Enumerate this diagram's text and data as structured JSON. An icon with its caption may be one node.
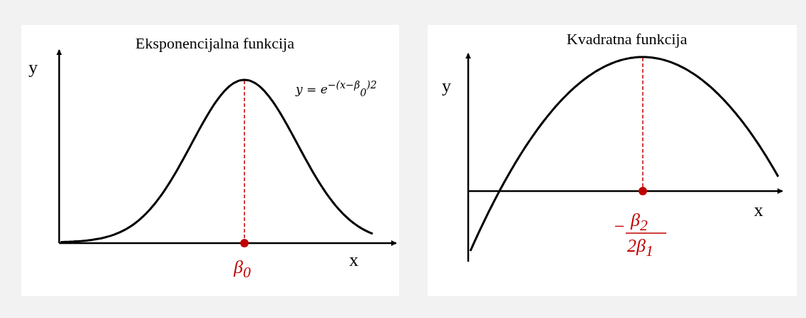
{
  "diagram": {
    "labels": [
      "Eksponencijalna funkcija",
      "y",
      "y = e$^{−(x−β}$$_{0}$$^{)2}$",
      "x",
      "β$_{0}$",
      "Kvadratna funkcija",
      "y",
      "x",
      "−",
      "β$_{2}$",
      "2β$_{1}$"
    ]
  }
}
